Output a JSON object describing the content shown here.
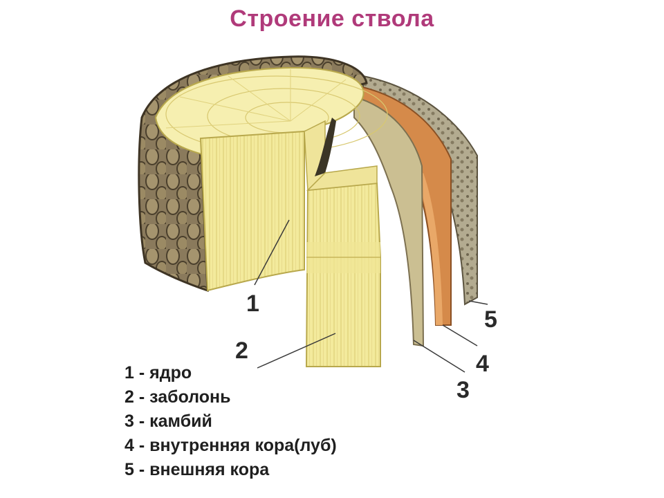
{
  "title": "Строение ствола",
  "labels": {
    "core": "1",
    "sapwood": "2",
    "cambium": "3",
    "inner_bark": "4",
    "outer_bark": "5"
  },
  "legend": [
    "1 - ядро",
    "2 - заболонь",
    "3 - камбий",
    "4 - внутренняя кора(луб)",
    "5 - внешняя кора"
  ],
  "colors": {
    "title": "#b03a7a",
    "wood": "#f3ea9c",
    "wood_dark": "#e2d27a",
    "bark": "#7a6a4e",
    "inner_bark": "#d58a4a",
    "cambium": "#c9b98a",
    "label_line": "#3a3a3a"
  }
}
